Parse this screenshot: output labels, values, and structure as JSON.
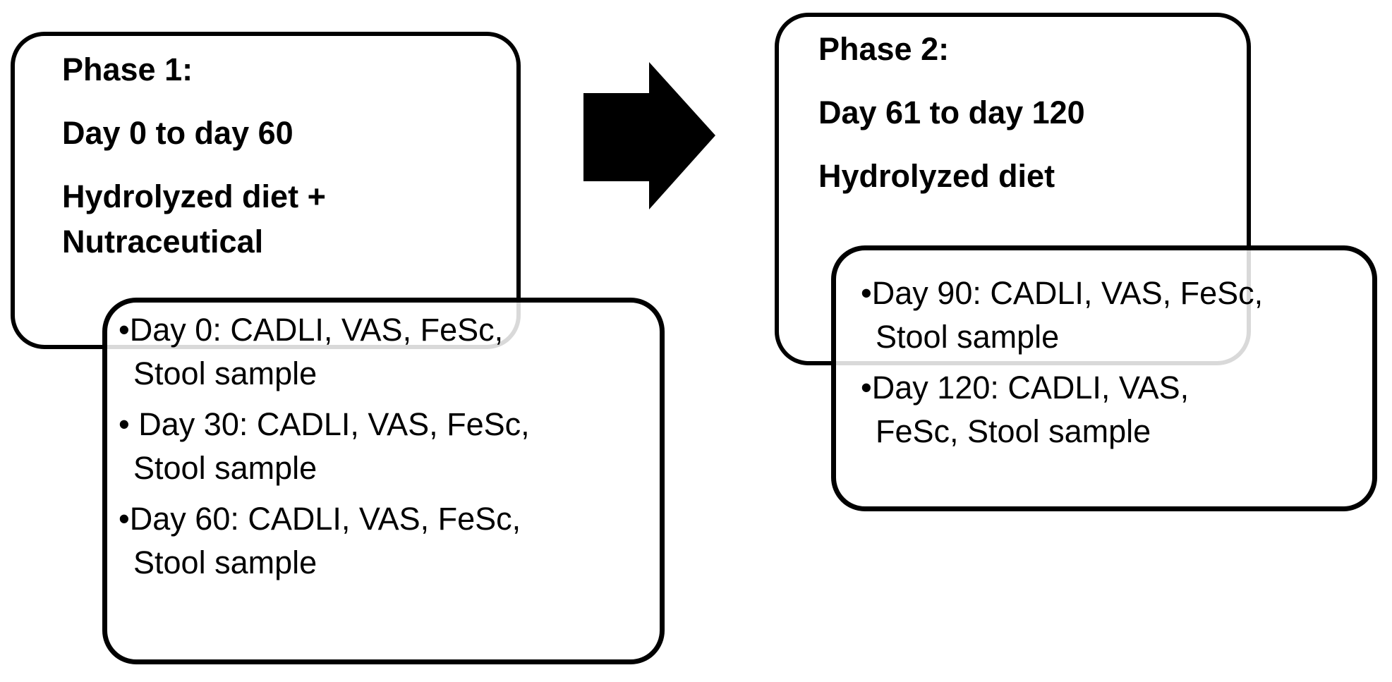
{
  "diagram": {
    "colors": {
      "border": "#000000",
      "text": "#000000",
      "background": "#ffffff",
      "ghost_line": "#d9d9d9",
      "arrow": "#000000"
    },
    "phase1": {
      "title": "Phase 1:",
      "period": "Day 0 to day 60",
      "treatment": "Hydrolyzed diet + Nutraceutical"
    },
    "phase1_steps": {
      "items": [
        {
          "bullet": "•",
          "line1": "Day 0: CADLI, VAS, FeSc,",
          "line2": "Stool sample"
        },
        {
          "bullet": "• ",
          "line1": "Day 30: CADLI, VAS, FeSc,",
          "line2": "Stool sample"
        },
        {
          "bullet": "•",
          "line1": "Day 60: CADLI, VAS, FeSc,",
          "line2": "Stool sample"
        }
      ]
    },
    "arrow": {
      "direction": "right"
    },
    "phase2": {
      "title": "Phase 2:",
      "period": "Day 61 to day 120",
      "treatment": "Hydrolyzed diet"
    },
    "phase2_steps": {
      "items": [
        {
          "bullet": "•",
          "line1": "Day 90: CADLI, VAS, FeSc,",
          "line2": "Stool sample"
        },
        {
          "bullet": "•",
          "line1": "Day 120: CADLI, VAS,",
          "line2": "FeSc, Stool sample"
        }
      ]
    }
  }
}
